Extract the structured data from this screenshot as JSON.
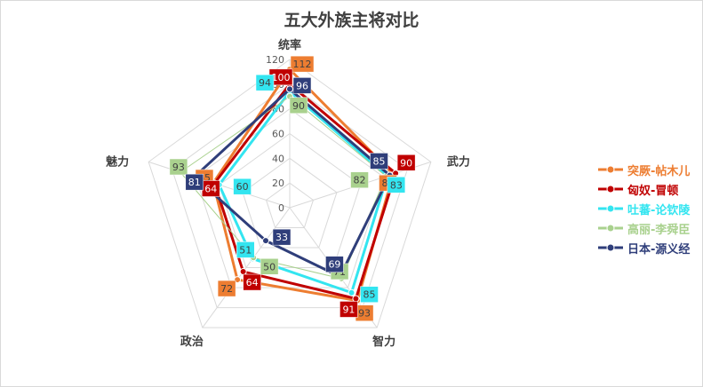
{
  "chart_data": {
    "type": "radar",
    "title": "五大外族主将对比",
    "axes": [
      "统率",
      "武力",
      "智力",
      "政治",
      "魅力"
    ],
    "range": [
      0,
      120
    ],
    "ticks": [
      0,
      20,
      40,
      60,
      80,
      100,
      120
    ],
    "legend_position": "right",
    "series": [
      {
        "name": "突厥-帖木儿",
        "color": "#ED7D31",
        "values": [
          112,
          88,
          93,
          72,
          65
        ]
      },
      {
        "name": "匈奴-冒顿",
        "color": "#C00000",
        "values": [
          100,
          90,
          91,
          64,
          64
        ]
      },
      {
        "name": "吐蕃-论钦陵",
        "color": "#33E5F0",
        "values": [
          94,
          83,
          85,
          51,
          60
        ]
      },
      {
        "name": "高丽-李舜臣",
        "color": "#A9D18E",
        "values": [
          90,
          82,
          71,
          50,
          93
        ]
      },
      {
        "name": "日本-源义经",
        "color": "#2F3E7A",
        "values": [
          96,
          85,
          69,
          33,
          81
        ]
      }
    ]
  }
}
